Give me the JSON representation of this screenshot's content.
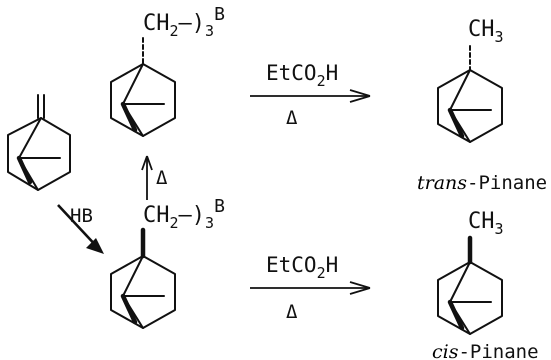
{
  "top_left_group": {
    "main": "CH",
    "sub1": "2",
    "mid": "–)",
    "sub2": "3",
    "end": "B"
  },
  "bottom_left_group": {
    "main": "CH",
    "sub1": "2",
    "mid": "–)",
    "sub2": "3",
    "end": "B"
  },
  "top_right_group": {
    "main": "CH",
    "sub": "3"
  },
  "bottom_right_group": {
    "main": "CH",
    "sub": "3"
  },
  "reagent_top": {
    "main": "EtCO",
    "sub": "2",
    "end": "H"
  },
  "reagent_bottom": {
    "main": "EtCO",
    "sub": "2",
    "end": "H"
  },
  "heat_symbol": "Δ",
  "reagent_hb": "HB",
  "product_top": {
    "prefix": "trans",
    "suffix": "-Pinane"
  },
  "product_bottom": {
    "prefix": "cis",
    "suffix": "-Pinane"
  }
}
